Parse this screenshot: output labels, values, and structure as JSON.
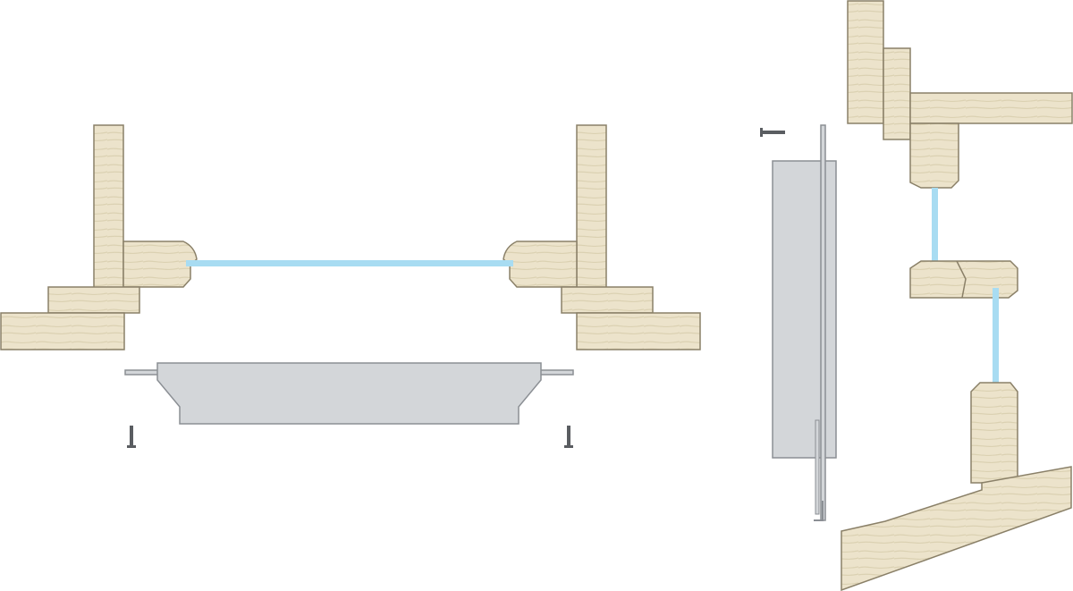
{
  "diagram": {
    "kind": "window-sash-cross-sections",
    "views": [
      "plan-section",
      "vertical-section"
    ],
    "colors": {
      "wood_fill": "#ece3cb",
      "wood_grain": "#d9cfae",
      "wood_outline": "#8a8068",
      "glass": "#a8dcf2",
      "metal_fill": "#d3d6d9",
      "metal_outline": "#8b8f94",
      "screw": "#5a5d61"
    },
    "parts": [
      "wood-jamb",
      "wood-stop",
      "wood-sash-rail",
      "glass-pane",
      "storm-panel",
      "hanger-rod",
      "screw-icon"
    ]
  }
}
